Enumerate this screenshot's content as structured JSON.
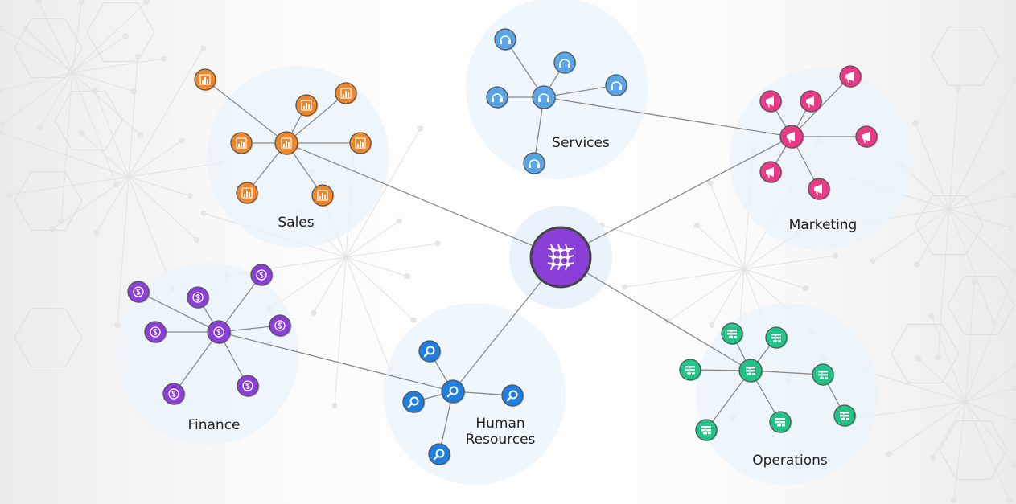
{
  "center": {
    "name": "central-network",
    "color": "#8a3fd9",
    "icon": "mesh-network-icon"
  },
  "clusters": [
    {
      "id": "sales",
      "label": [
        "Sales"
      ],
      "color": "#f0862a",
      "icon": "bar-chart-icon"
    },
    {
      "id": "services",
      "label": [
        "Services"
      ],
      "color": "#5aa5e8",
      "icon": "headset-icon"
    },
    {
      "id": "marketing",
      "label": [
        "Marketing"
      ],
      "color": "#e83a86",
      "icon": "megaphone-icon"
    },
    {
      "id": "finance",
      "label": [
        "Finance"
      ],
      "color": "#8b3fd8",
      "icon": "dollar-icon"
    },
    {
      "id": "human-resources",
      "label": [
        "Human",
        "Resources"
      ],
      "color": "#1f7fe0",
      "icon": "search-person-icon"
    },
    {
      "id": "operations",
      "label": [
        "Operations"
      ],
      "color": "#1fc486",
      "icon": "org-chart-icon"
    }
  ]
}
